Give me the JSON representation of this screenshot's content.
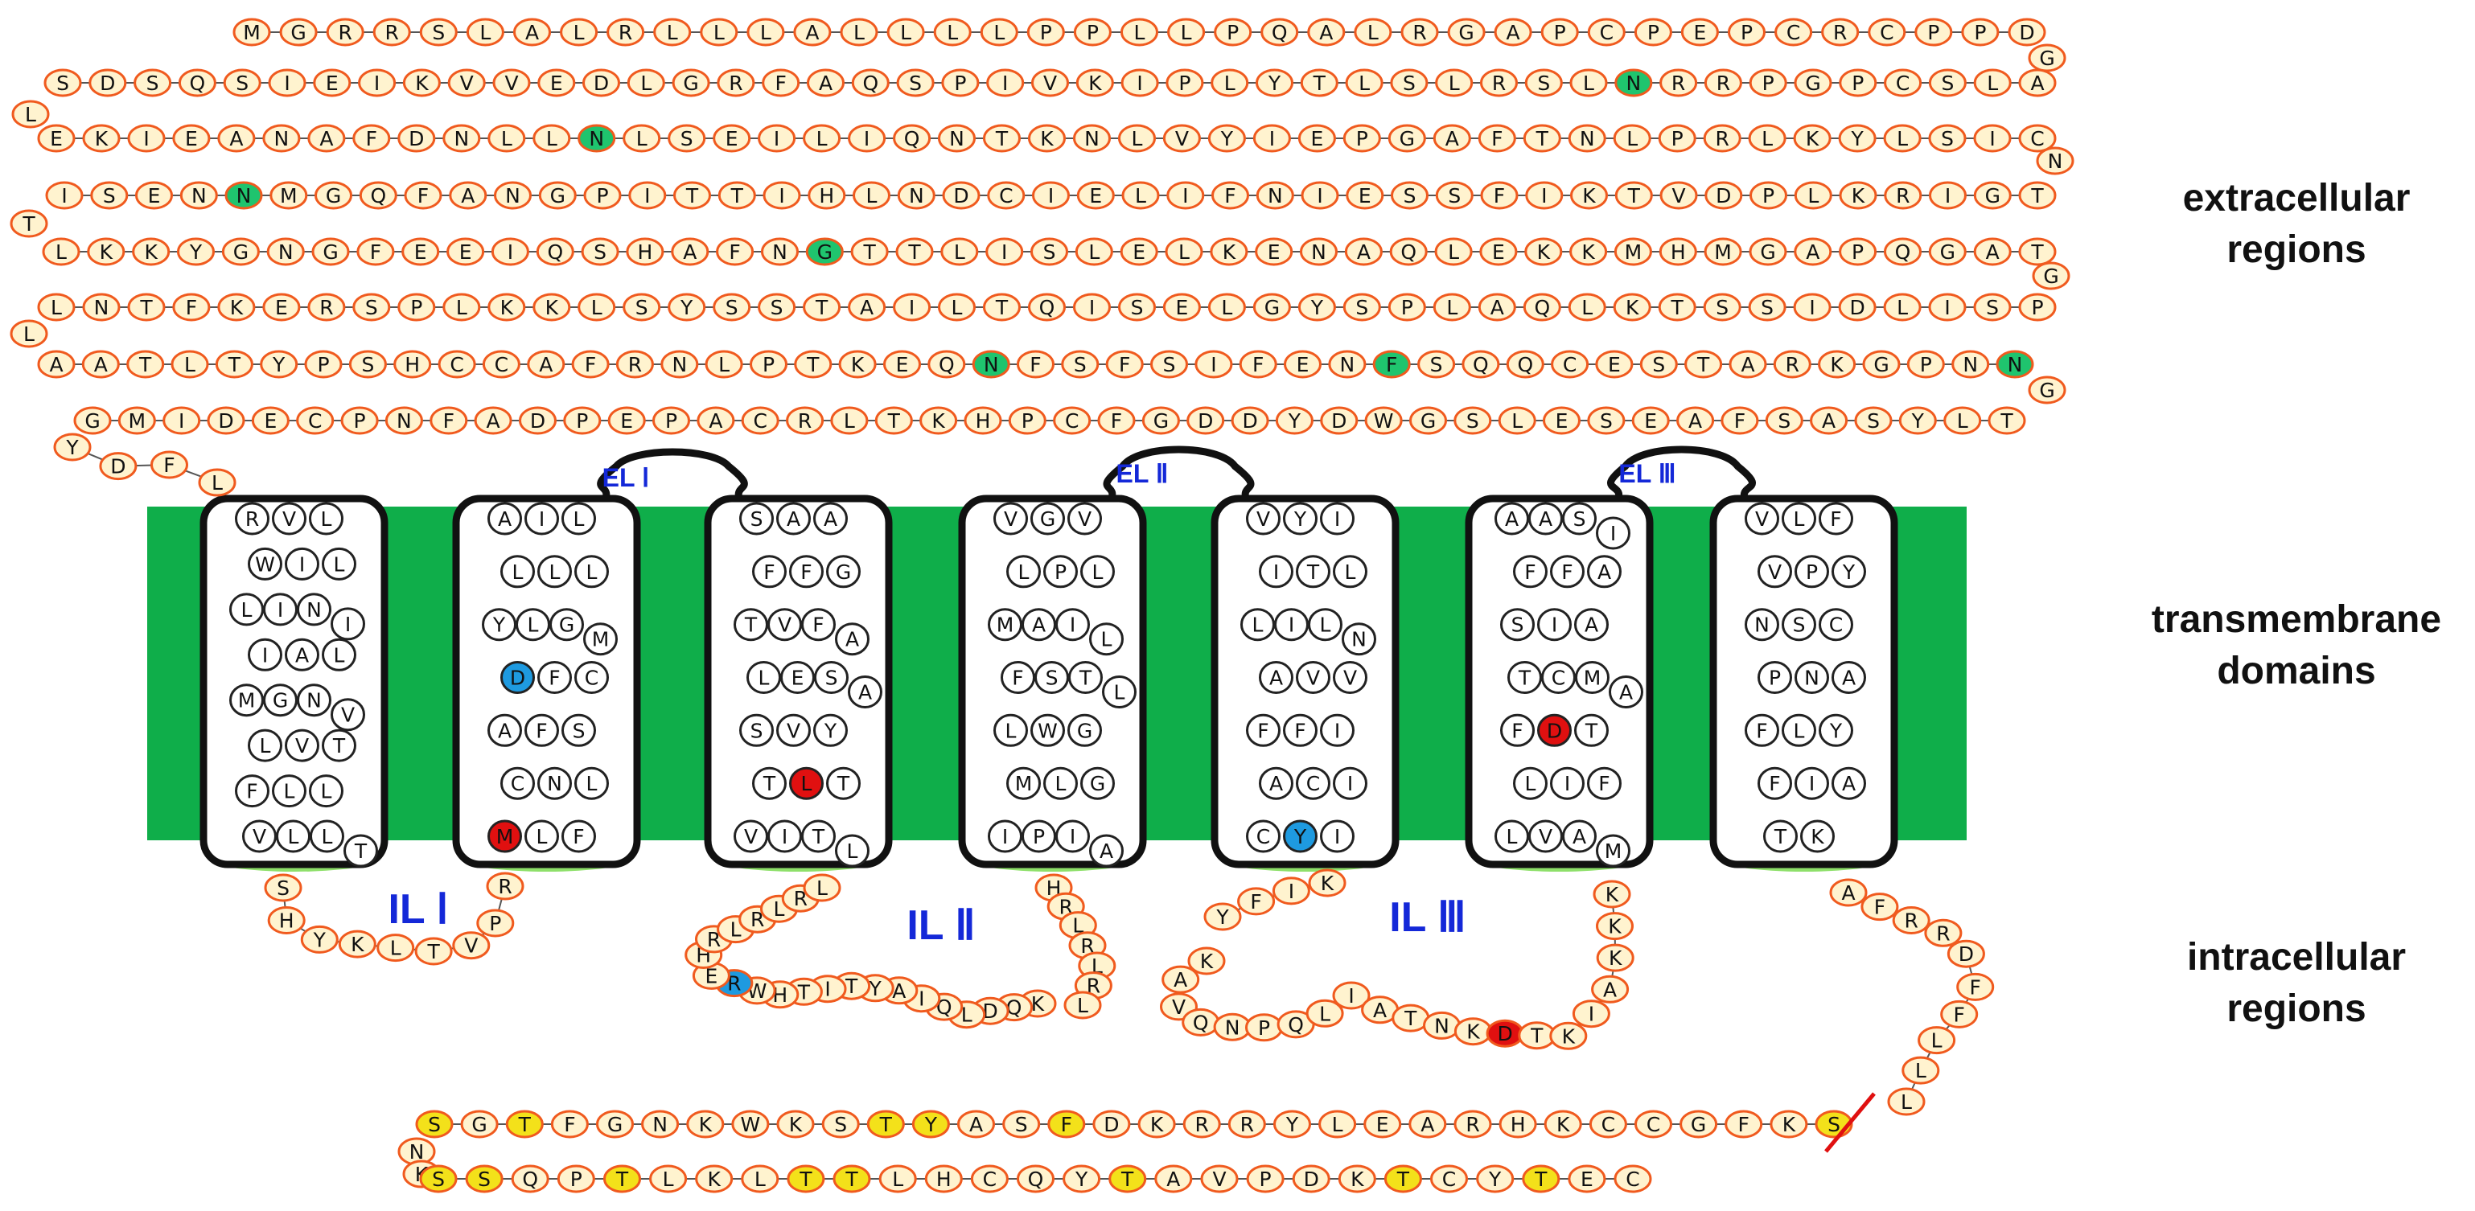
{
  "colors": {
    "membrane": "#0fae4a",
    "membrane_glow": "#8ee06a",
    "extra_fill": "#fff3cf",
    "extra_stroke": "#f05a1e",
    "tm_fill": "#ffffff",
    "tm_stroke": "#222222",
    "glyco": "#1fc46e",
    "red": "#e01010",
    "blue": "#1e9ae0",
    "phospho": "#f3e11a",
    "loop_label": "#1428d8",
    "cleave": "#e01010"
  },
  "region_labels": {
    "extracellular": [
      "extracellular",
      "regions"
    ],
    "transmembrane": [
      "transmembrane",
      "domains"
    ],
    "intracellular": [
      "intracellular",
      "regions"
    ]
  },
  "loop_labels": {
    "el1": "EL Ⅰ",
    "el2": "EL Ⅱ",
    "el3": "EL Ⅲ",
    "il1": "IL Ⅰ",
    "il2": "IL Ⅱ",
    "il3": "IL Ⅲ"
  },
  "extracellular_rows": [
    {
      "seq": "MGRRSLALRLLLALLLLPPLLPQALRGAPCPEPCRCPPD",
      "marks": {}
    },
    {
      "seq": "SDSQSIEIKVVEDLGRFAQSPIVKIPLYTLSLRSLNRRPGPCSLA",
      "marks": {
        "35": "g"
      }
    },
    {
      "seq": "EKIEANAFDNLLNLSEILIQNTKNLVYIEPGAFTNLPRLKYLSIC",
      "marks": {
        "12": "g"
      }
    },
    {
      "seq": "ISENNMGQFANGPITTIHLNDCIELIFNIESSFIKTVDPLKRIGT",
      "marks": {
        "4": "g"
      }
    },
    {
      "seq": "LKKYGNGFEEIQSHAFNGTTLISLELKENAQLEKKMHMGAPQGAT",
      "marks": {
        "17": "g"
      }
    },
    {
      "seq": "LNTFKERSPLKKLSYSSTAILTQISELGYSPLAQLKTSSIDLISP",
      "marks": {}
    },
    {
      "seq": "AATLTYPSHCCAFRNLPTKEQNFSFSIFENFSQQCESTARKGPNN",
      "marks": {
        "21": "g",
        "30": "g",
        "44": "g"
      }
    },
    {
      "seq": "GMIDECPNFADPEPACRLTKHPCFGDDYDWGSLESEAFSASYLT",
      "marks": {}
    }
  ],
  "turn_residues": [
    "G",
    "L",
    "N",
    "T",
    "G",
    "L",
    "G"
  ],
  "lead_in": "YDFL",
  "tm_helices": [
    {
      "rows": [
        "RVL",
        "WIL",
        "LINI",
        "IAL",
        "MGNV",
        "LVT",
        "FLL",
        "VLLT"
      ],
      "marks": {}
    },
    {
      "rows": [
        "AIL",
        "LLL",
        "YLGM",
        "DFC",
        "AFS",
        "CNL",
        "MLF"
      ],
      "marks": {
        "3.0": "b",
        "6.0": "r"
      }
    },
    {
      "rows": [
        "SAA",
        "FFG",
        "TVFA",
        "LESA",
        "SVY",
        "TLT",
        "VITL"
      ],
      "marks": {
        "5.1": "r"
      }
    },
    {
      "rows": [
        "VGV",
        "LPL",
        "MAIL",
        "FSTL",
        "LWG",
        "MLG",
        "IPIA"
      ],
      "marks": {}
    },
    {
      "rows": [
        "VYI",
        "ITL",
        "LILN",
        "AVV",
        "FFI",
        "ACI",
        "CYI"
      ],
      "marks": {
        "6.1": "b"
      }
    },
    {
      "rows": [
        "AASI",
        "FFA",
        "SIA",
        "TCMA",
        "FDT",
        "LIF",
        "LVAM"
      ],
      "marks": {
        "4.1": "r"
      }
    },
    {
      "rows": [
        "VLF",
        "VPY",
        "NSC",
        "PNA",
        "FLY",
        "FIA",
        "TK"
      ],
      "marks": {}
    }
  ],
  "il1": {
    "seq": "SHYKLTVPR",
    "marks": {}
  },
  "il2": {
    "seq": "KQDLQIAYTITHWREHRLRLRL",
    "marks": {
      "13": "b"
    }
  },
  "il3": {
    "seq": "KAVQNPQLIATNKDTKIAKKK",
    "marks": {
      "13": "r"
    }
  },
  "il3_extra": "YFIK",
  "ctail_vertical": "AFRRDFFLLL",
  "ctail_row1": {
    "seq": "SGTFGNKWKSTYASFDKRRYLEARHKCCGFKS",
    "marks": {
      "0": "p",
      "2": "p",
      "10": "p",
      "11": "p",
      "14": "p",
      "31": "p"
    }
  },
  "ctail_turn": "NK",
  "ctail_row2": {
    "seq": "SSQPTLKLTTLHCQYTAVPDKTCYTEC",
    "marks": {
      "0": "p",
      "1": "p",
      "4": "p",
      "8": "p",
      "9": "p",
      "15": "p",
      "21": "p",
      "24": "p"
    }
  }
}
